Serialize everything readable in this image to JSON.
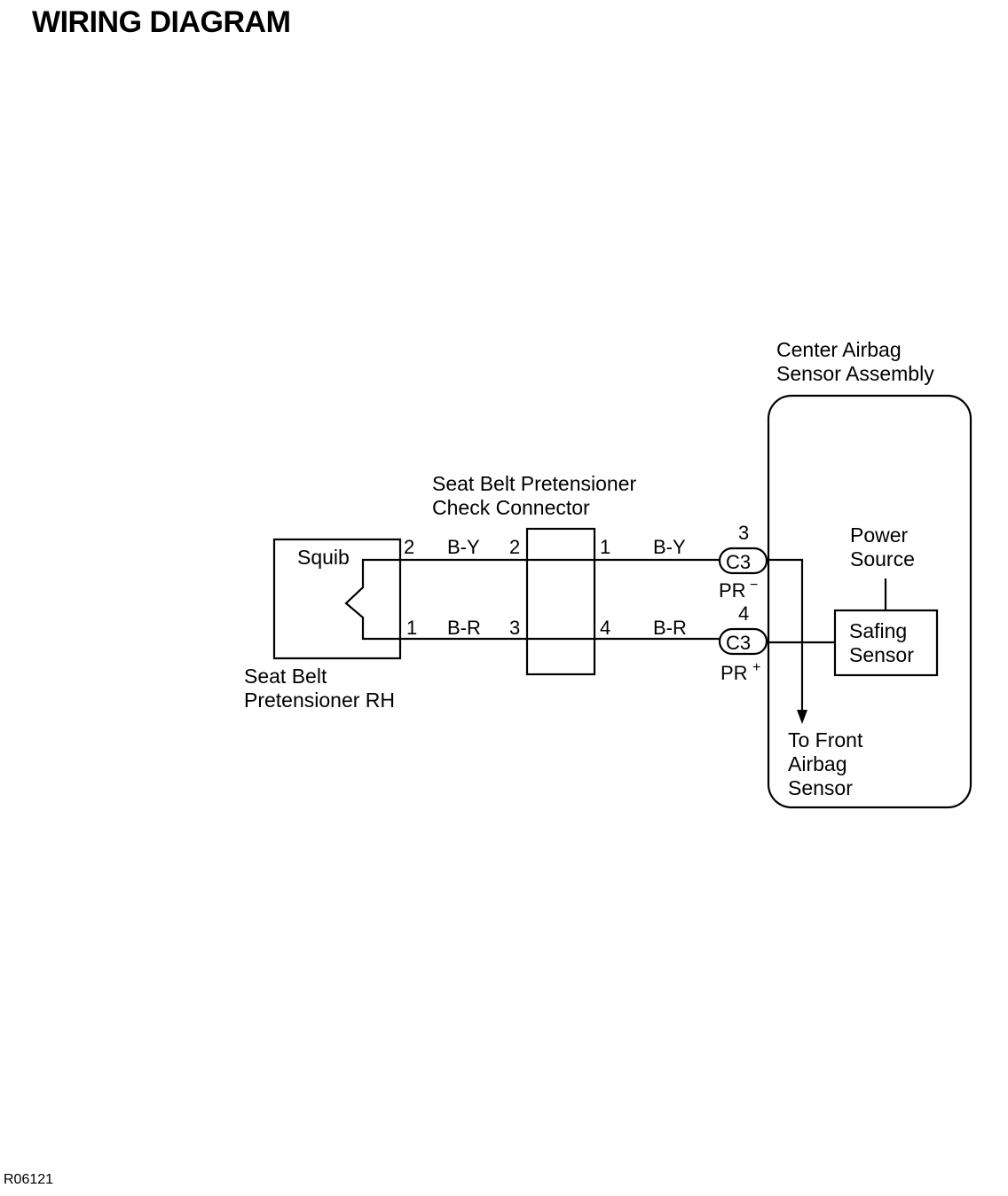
{
  "title": "WIRING DIAGRAM",
  "figure_code": "R06121",
  "components": {
    "pretensioner": {
      "label_line1": "Seat Belt",
      "label_line2": "Pretensioner RH",
      "squib": "Squib"
    },
    "check_connector": {
      "label_line1": "Seat Belt Pretensioner",
      "label_line2": "Check Connector"
    },
    "airbag_assembly": {
      "label_line1": "Center Airbag",
      "label_line2": "Sensor Assembly"
    },
    "power_source": {
      "line1": "Power",
      "line2": "Source"
    },
    "safing_sensor": {
      "line1": "Safing",
      "line2": "Sensor"
    },
    "front_sensor_note": {
      "line1": "To Front",
      "line2": "Airbag",
      "line3": "Sensor"
    }
  },
  "wires": {
    "upper": {
      "squib_pin": "2",
      "color_left": "B-Y",
      "check_in_pin": "2",
      "check_out_pin": "1",
      "color_right": "B-Y",
      "sensor_pin": "3",
      "connector": "C3",
      "terminal": "PR",
      "polarity": "−"
    },
    "lower": {
      "squib_pin": "1",
      "color_left": "B-R",
      "check_in_pin": "3",
      "check_out_pin": "4",
      "color_right": "B-R",
      "sensor_pin": "4",
      "connector": "C3",
      "terminal": "PR",
      "polarity": "+"
    }
  }
}
